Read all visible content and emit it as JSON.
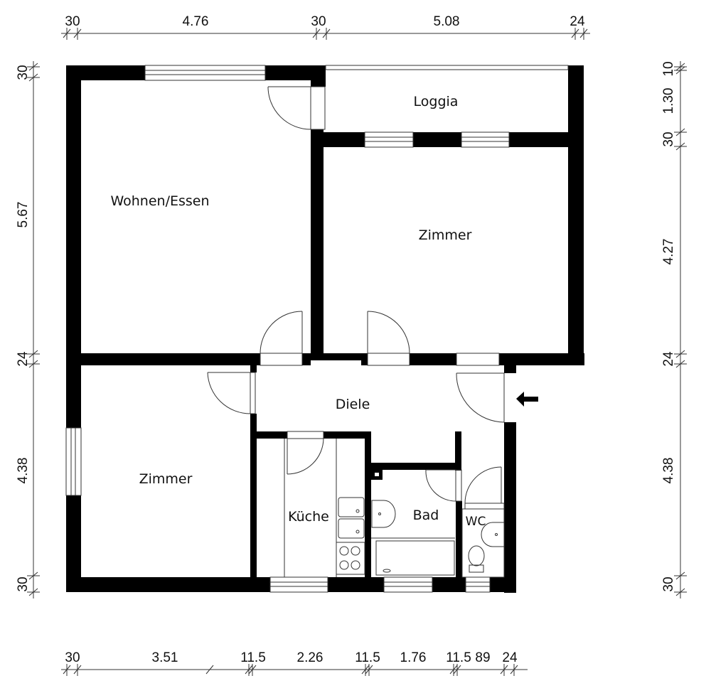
{
  "plan": {
    "type": "apartment floor plan",
    "wall_color": "#000000",
    "line_color": "#333333",
    "background": "#ffffff"
  },
  "rooms": {
    "wohnen": "Wohnen/Essen",
    "loggia": "Loggia",
    "zimmer_right": "Zimmer",
    "diele": "Diele",
    "zimmer_left": "Zimmer",
    "kueche": "Küche",
    "bad": "Bad",
    "wc": "WC"
  },
  "dimensions": {
    "top": [
      "30",
      "4.76",
      "30",
      "5.08",
      "24"
    ],
    "bottom": [
      "30",
      "3.51",
      "11.5",
      "2.26",
      "11.5",
      "1.76",
      "11.5",
      "89",
      "24"
    ],
    "left": [
      "30",
      "5.67",
      "24",
      "4.38",
      "30"
    ],
    "right": [
      "10",
      "1.30",
      "30",
      "4.27",
      "24",
      "4.38",
      "30"
    ]
  },
  "entrance": {
    "icon": "entrance-arrow-icon"
  }
}
